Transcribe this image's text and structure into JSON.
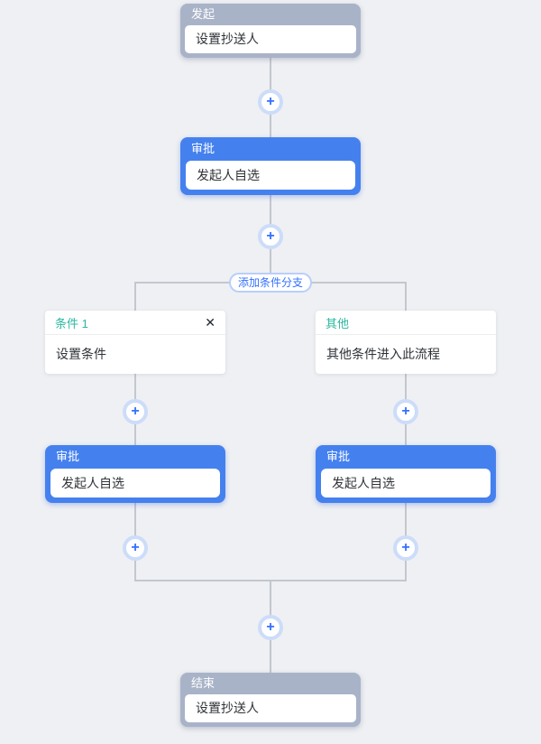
{
  "flow": {
    "add_branch_label": "添加条件分支",
    "nodes": {
      "start": {
        "title": "发起",
        "body": "设置抄送人"
      },
      "approval_main": {
        "title": "审批",
        "body": "发起人自选"
      },
      "condition_1": {
        "title": "条件 1",
        "body": "设置条件"
      },
      "condition_other": {
        "title": "其他",
        "body": "其他条件进入此流程"
      },
      "approval_left": {
        "title": "审批",
        "body": "发起人自选"
      },
      "approval_right": {
        "title": "审批",
        "body": "发起人自选"
      },
      "end": {
        "title": "结束",
        "body": "设置抄送人"
      }
    }
  },
  "icons": {
    "plus": "+",
    "close": "✕"
  },
  "colors": {
    "canvas_bg": "#eef0f3",
    "connector_line": "#c3c7cf",
    "approval_blue": "#4581ee",
    "endpoint_gray": "#a9b3c8",
    "condition_green": "#2bb7a0",
    "plus_blue": "#3370ff",
    "plus_halo": "#ccdcf9",
    "body_text": "#2f3338"
  }
}
